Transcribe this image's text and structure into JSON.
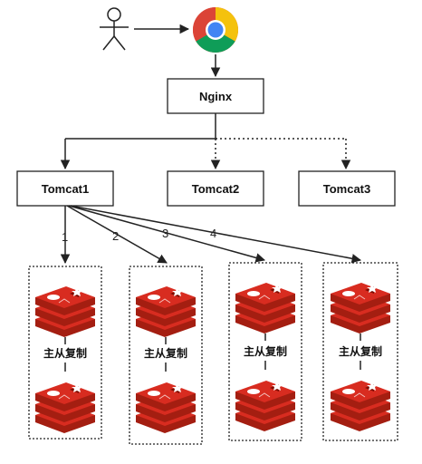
{
  "nodes": {
    "nginx": "Nginx",
    "tomcat1": "Tomcat1",
    "tomcat2": "Tomcat2",
    "tomcat3": "Tomcat3"
  },
  "edge_labels": [
    "1",
    "2",
    "3",
    "4"
  ],
  "redis_groups": [
    {
      "replication_label": "主从复制"
    },
    {
      "replication_label": "主从复制"
    },
    {
      "replication_label": "主从复制"
    },
    {
      "replication_label": "主从复制"
    }
  ],
  "icons": {
    "user": "stick-figure-user-icon",
    "browser": "chrome-browser-icon",
    "redis": "redis-logo-icon"
  },
  "colors": {
    "redis_red": "#c6302b",
    "redis_dark": "#a41e11",
    "chrome_red": "#db4437",
    "chrome_yellow": "#f4c20d",
    "chrome_green": "#0f9d58",
    "chrome_blue": "#4285f4"
  }
}
